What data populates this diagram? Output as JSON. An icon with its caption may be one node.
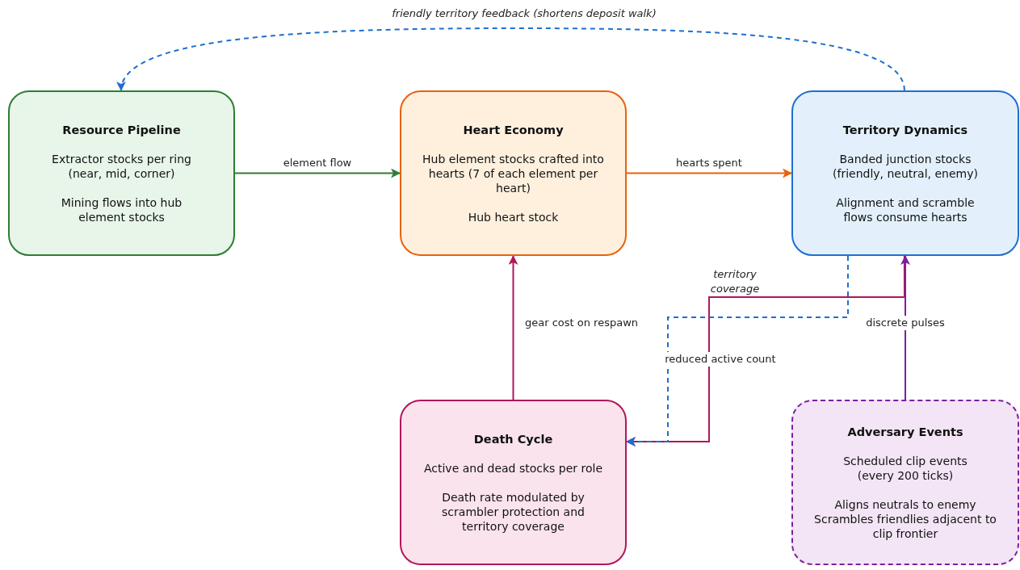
{
  "diagram": {
    "nodes": [
      {
        "text": [
          "Resource Pipeline",
          "Extractor stocks per ring (near, mid, corner)",
          "Mining flows into hub element stocks"
        ]
      },
      {
        "text": [
          "Heart Economy",
          "Hub element stocks crafted into hearts (7 of each element per heart)",
          "Hub heart stock"
        ]
      },
      {
        "text": [
          "Territory Dynamics",
          "Banded junction stocks (friendly, neutral, enemy)",
          "Alignment and scramble flows consume hearts"
        ]
      },
      {
        "text": [
          "Death Cycle",
          "Active and dead stocks per role",
          "Death rate modulated by scrambler protection and territory coverage"
        ]
      },
      {
        "text": [
          "Adversary Events",
          "Scheduled clip events (every 200 ticks)",
          "Aligns neutrals to enemy Scrambles friendlies adjacent to clip frontier"
        ]
      }
    ],
    "edges": [
      {
        "from": 0,
        "to": 1,
        "arrow": "to",
        "label": "element flow",
        "color": "#2e7d32"
      },
      {
        "from": 1,
        "to": 2,
        "arrow": "to",
        "label": "hearts spent",
        "color": "#e8620c"
      },
      {
        "from": 3,
        "to": 1,
        "arrow": "to",
        "label": "gear cost on respawn",
        "color": "#b0175a"
      },
      {
        "from": 2,
        "to": 0,
        "arrow": "to",
        "label": "friendly territory feedback (shortens deposit walk)",
        "style": "dashed",
        "color": "#1e6fcf"
      },
      {
        "from": 2,
        "to": 3,
        "arrow": "to",
        "label": "territory coverage",
        "color": "#b0175a"
      },
      {
        "from": 2,
        "to": 3,
        "arrow": "to",
        "label": "reduced active count",
        "style": "dashed",
        "color": "#1e6fcf"
      },
      {
        "from": 4,
        "to": 2,
        "arrow": "to",
        "label": "discrete pulses",
        "color": "#7b1fa2"
      }
    ]
  }
}
